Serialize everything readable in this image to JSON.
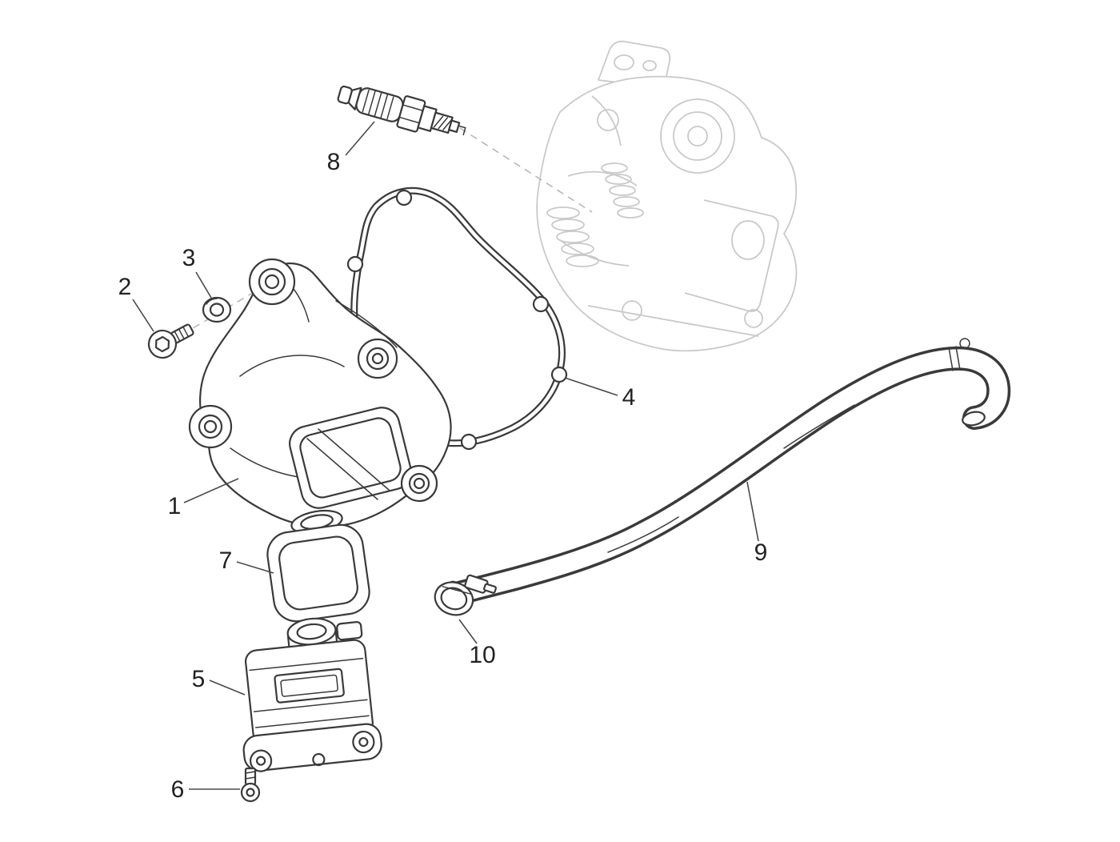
{
  "diagram": {
    "colors": {
      "background": "#ffffff",
      "part_line": "#3a3a3a",
      "ghost_line": "#c9c9c9",
      "construction_line": "#b3b3b3",
      "label_text": "#222222"
    },
    "callouts": [
      {
        "label": "1"
      },
      {
        "label": "2"
      },
      {
        "label": "3"
      },
      {
        "label": "4"
      },
      {
        "label": "5"
      },
      {
        "label": "6"
      },
      {
        "label": "7"
      },
      {
        "label": "8"
      },
      {
        "label": "9"
      },
      {
        "label": "10"
      }
    ]
  }
}
